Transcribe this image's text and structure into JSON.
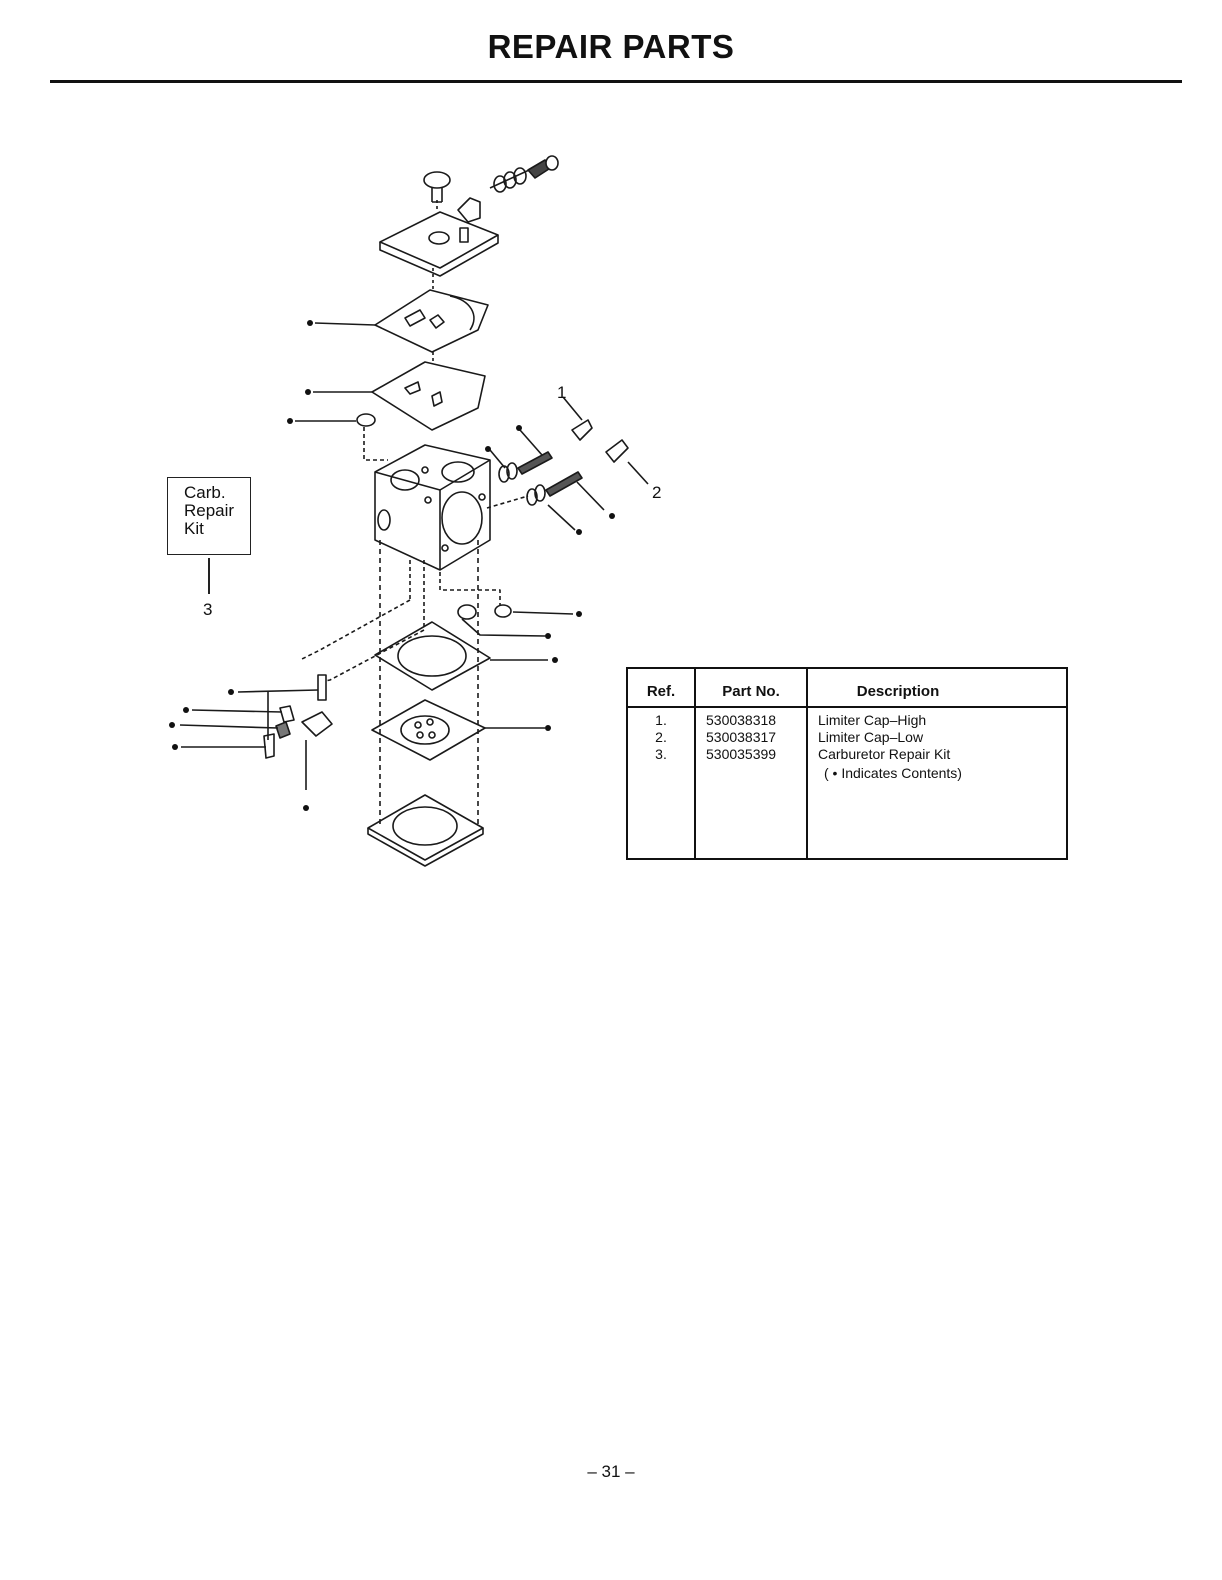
{
  "title": "REPAIR PARTS",
  "kit_box": {
    "line1": "Carb.",
    "line2": "Repair",
    "line3": "Kit",
    "ref": "3"
  },
  "callouts": {
    "ref1": "1",
    "ref2": "2"
  },
  "table": {
    "headers": {
      "ref": "Ref.",
      "part_no": "Part No.",
      "description": "Description"
    },
    "rows": [
      {
        "ref": "1.",
        "part_no": "530038318",
        "description": "Limiter Cap–High"
      },
      {
        "ref": "2.",
        "part_no": "530038317",
        "description": "Limiter Cap–Low"
      },
      {
        "ref": "3.",
        "part_no": "530035399",
        "description": "Carburetor Repair Kit"
      }
    ],
    "note": "( • Indicates Contents)"
  },
  "page_number": "– 31 –"
}
